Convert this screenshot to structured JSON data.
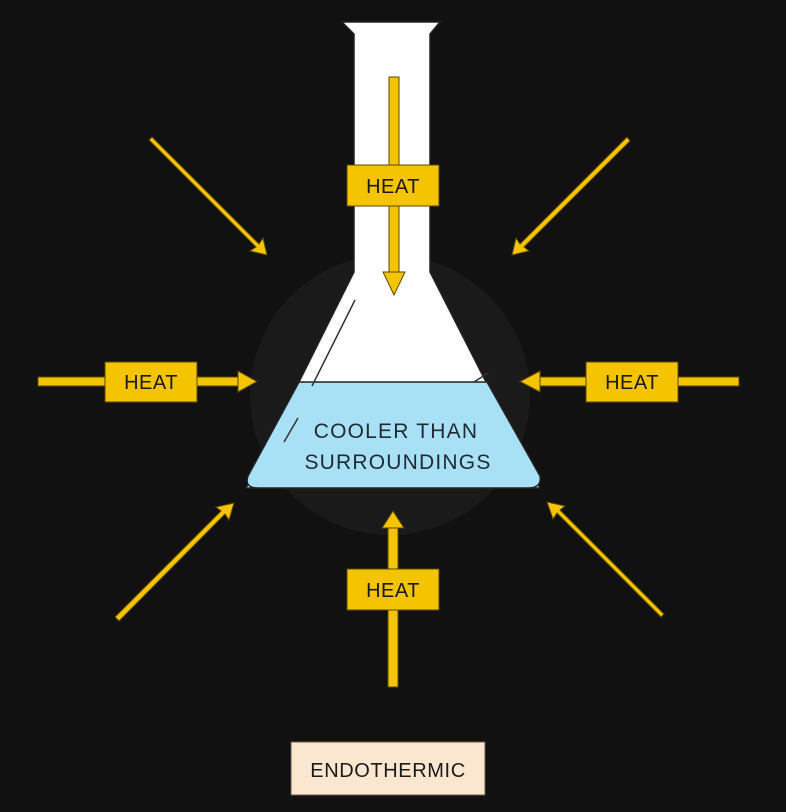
{
  "labels": {
    "heat_top": "HEAT",
    "heat_left": "HEAT",
    "heat_right": "HEAT",
    "heat_bottom": "HEAT",
    "flask_line1": "COOLER THAN",
    "flask_line2": "SURROUNDINGS",
    "caption": "ENDOTHERMIC"
  },
  "colors": {
    "background": "#111111",
    "arrow": "#f5c400",
    "liquid": "#a8e0f5",
    "glass": "#ffffff",
    "caption_box": "#fbe6cf"
  }
}
